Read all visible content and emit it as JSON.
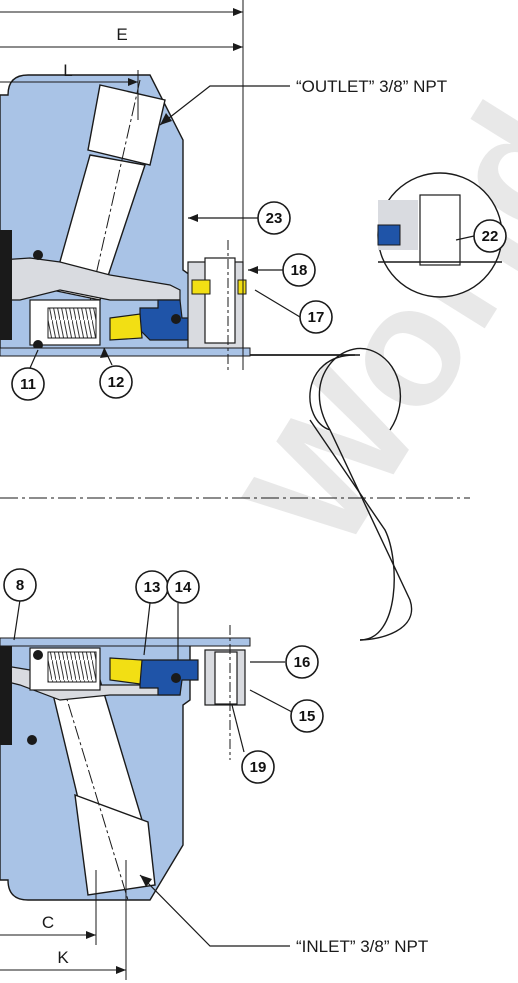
{
  "dimensions": {
    "e": "E",
    "l": "L",
    "c": "C",
    "k": "K"
  },
  "callouts": {
    "outlet": "“OUTLET” 3/8” NPT",
    "inlet": "“INLET” 3/8” NPT"
  },
  "balloons": [
    "23",
    "22",
    "18",
    "17",
    "11",
    "12",
    "8",
    "13",
    "14",
    "16",
    "15",
    "19"
  ],
  "watermark": "World",
  "colors": {
    "housing_blue": "#a9c3e6",
    "seal_blue": "#1f54a8",
    "insert_yellow": "#f2df14",
    "metal_gray": "#d9dbe0",
    "outline": "#1a1a1a"
  }
}
